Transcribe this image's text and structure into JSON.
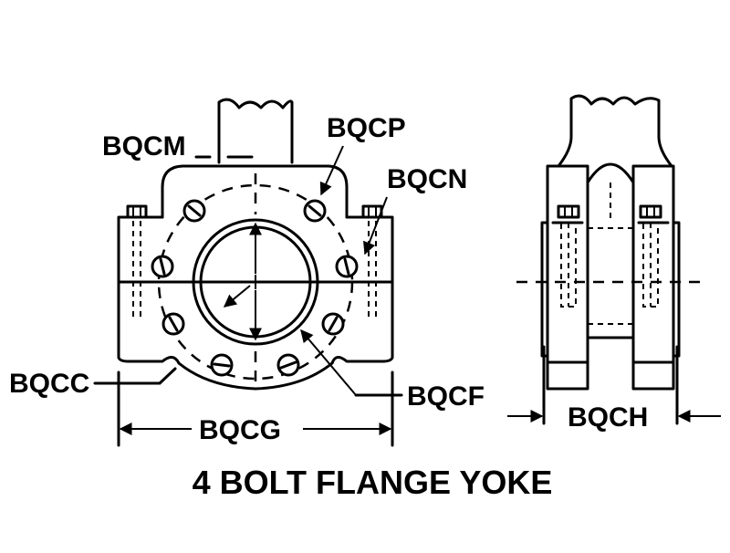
{
  "title": "4 BOLT FLANGE YOKE",
  "labels": {
    "bqcm": "BQCM",
    "bqcp": "BQCP",
    "bqcn": "BQCN",
    "bqcc": "BQCC",
    "bqcf": "BQCF",
    "bqcg": "BQCG",
    "bqch": "BQCH"
  }
}
